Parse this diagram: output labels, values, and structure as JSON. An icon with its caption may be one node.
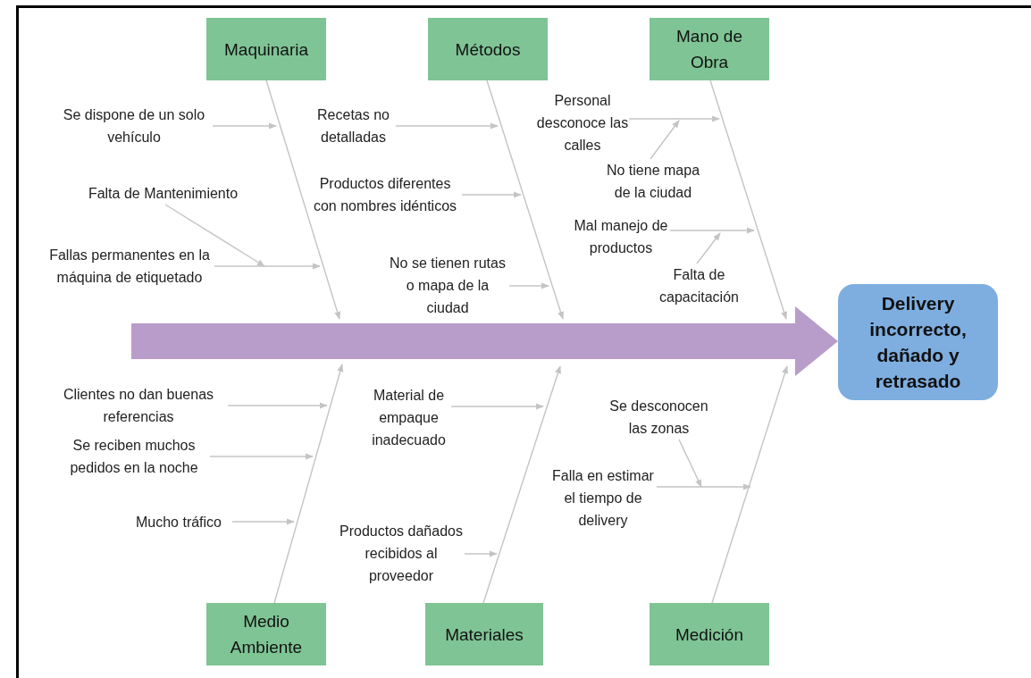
{
  "diagram": {
    "nodes": [
      {
        "text": [
          "Maquinaria"
        ]
      },
      {
        "text": [
          "Métodos"
        ]
      },
      {
        "text": [
          "Mano de Obra"
        ]
      },
      {
        "text": [
          "Medio Ambiente"
        ]
      },
      {
        "text": [
          "Materiales"
        ]
      },
      {
        "text": [
          "Medición"
        ]
      },
      {
        "text": [
          "Delivery incorrecto, dañado y retrasado"
        ]
      },
      {
        "text": [
          "Se dispone de un solo vehículo"
        ]
      },
      {
        "text": [
          "Falta de Mantenimiento"
        ]
      },
      {
        "text": [
          "Fallas permanentes en la máquina de etiquetado"
        ]
      },
      {
        "text": [
          "Recetas no detalladas"
        ]
      },
      {
        "text": [
          "Productos diferentes con nombres idénticos"
        ]
      },
      {
        "text": [
          "No se tienen rutas o mapa de la ciudad"
        ]
      },
      {
        "text": [
          "Personal desconoce las calles"
        ]
      },
      {
        "text": [
          "No tiene mapa de la ciudad"
        ]
      },
      {
        "text": [
          "Mal manejo de productos"
        ]
      },
      {
        "text": [
          "Falta de capacitación"
        ]
      },
      {
        "text": [
          "Clientes no dan buenas referencias"
        ]
      },
      {
        "text": [
          "Se reciben muchos pedidos en la noche"
        ]
      },
      {
        "text": [
          "Mucho tráfico"
        ]
      },
      {
        "text": [
          "Material de empaque inadecuado"
        ]
      },
      {
        "text": [
          "Productos dañados recibidos al proveedor"
        ]
      },
      {
        "text": [
          "Se desconocen las zonas"
        ]
      },
      {
        "text": [
          "Falla en estimar el tiempo de delivery"
        ]
      }
    ],
    "edges": [
      {
        "from": 0,
        "to": null,
        "arrow": "to"
      },
      {
        "from": 1,
        "to": null,
        "arrow": "to"
      },
      {
        "from": 2,
        "to": null,
        "arrow": "to"
      },
      {
        "from": 3,
        "to": null,
        "arrow": "to"
      },
      {
        "from": 4,
        "to": null,
        "arrow": "to"
      },
      {
        "from": 5,
        "to": null,
        "arrow": "to"
      },
      {
        "from": null,
        "to": 6,
        "arrow": "to",
        "style": "thick",
        "color": "#b89cc9"
      },
      {
        "from": 7,
        "to": null,
        "arrow": "to"
      },
      {
        "from": 8,
        "to": null,
        "arrow": "to"
      },
      {
        "from": 9,
        "to": null,
        "arrow": "to"
      },
      {
        "from": 10,
        "to": null,
        "arrow": "to"
      },
      {
        "from": 11,
        "to": null,
        "arrow": "to"
      },
      {
        "from": 12,
        "to": null,
        "arrow": "to"
      },
      {
        "from": 13,
        "to": null,
        "arrow": "to"
      },
      {
        "from": 14,
        "to": null,
        "arrow": "to"
      },
      {
        "from": 15,
        "to": null,
        "arrow": "to"
      },
      {
        "from": 16,
        "to": null,
        "arrow": "to"
      },
      {
        "from": 17,
        "to": null,
        "arrow": "to"
      },
      {
        "from": 18,
        "to": null,
        "arrow": "to"
      },
      {
        "from": 19,
        "to": null,
        "arrow": "to"
      },
      {
        "from": 20,
        "to": null,
        "arrow": "to"
      },
      {
        "from": 21,
        "to": null,
        "arrow": "to"
      },
      {
        "from": 22,
        "to": null,
        "arrow": "to"
      },
      {
        "from": 23,
        "to": null,
        "arrow": "to"
      }
    ]
  }
}
